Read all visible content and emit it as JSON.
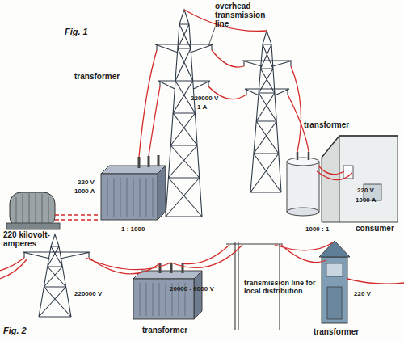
{
  "diagram": {
    "labels": [
      "Fig. 1",
      "overhead transmission line",
      "transformer",
      "220000 V",
      "1 A",
      "220 V",
      "1000 A",
      "transformer",
      "220 V",
      "1000 A",
      "220 kilovolt-amperes",
      "1 : 1000",
      "1000 : 1",
      "consumer",
      "220000 V",
      "20000 - 6000 V",
      "transmission line for local distribution",
      "220 V",
      "Fig. 2",
      "transformer",
      "transformer"
    ]
  }
}
